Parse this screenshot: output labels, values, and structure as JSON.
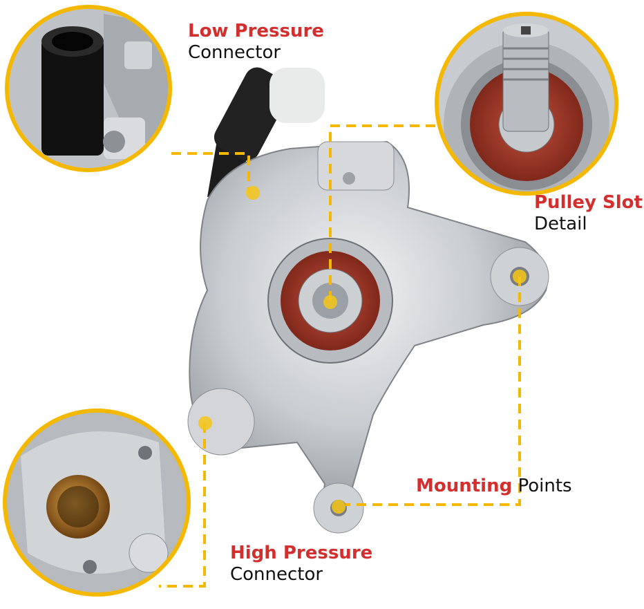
{
  "labels": {
    "low_pressure": {
      "highlight": "Low Pressure",
      "rest": "Connector"
    },
    "pulley_slot": {
      "highlight": "Pulley Slot",
      "rest": "Detail"
    },
    "mounting": {
      "highlight": "Mounting",
      "rest": " Points"
    },
    "high_pressure": {
      "highlight": "High Pressure",
      "rest": "Connector"
    }
  },
  "colors": {
    "accent": "#f5b800",
    "label_highlight": "#d32f2f",
    "text": "#111111",
    "metal": "#c9ccd0",
    "seal": "#a23a2a"
  },
  "icons": [
    "power-steering-pump",
    "low-pressure-inset",
    "pulley-inset",
    "high-pressure-inset"
  ]
}
